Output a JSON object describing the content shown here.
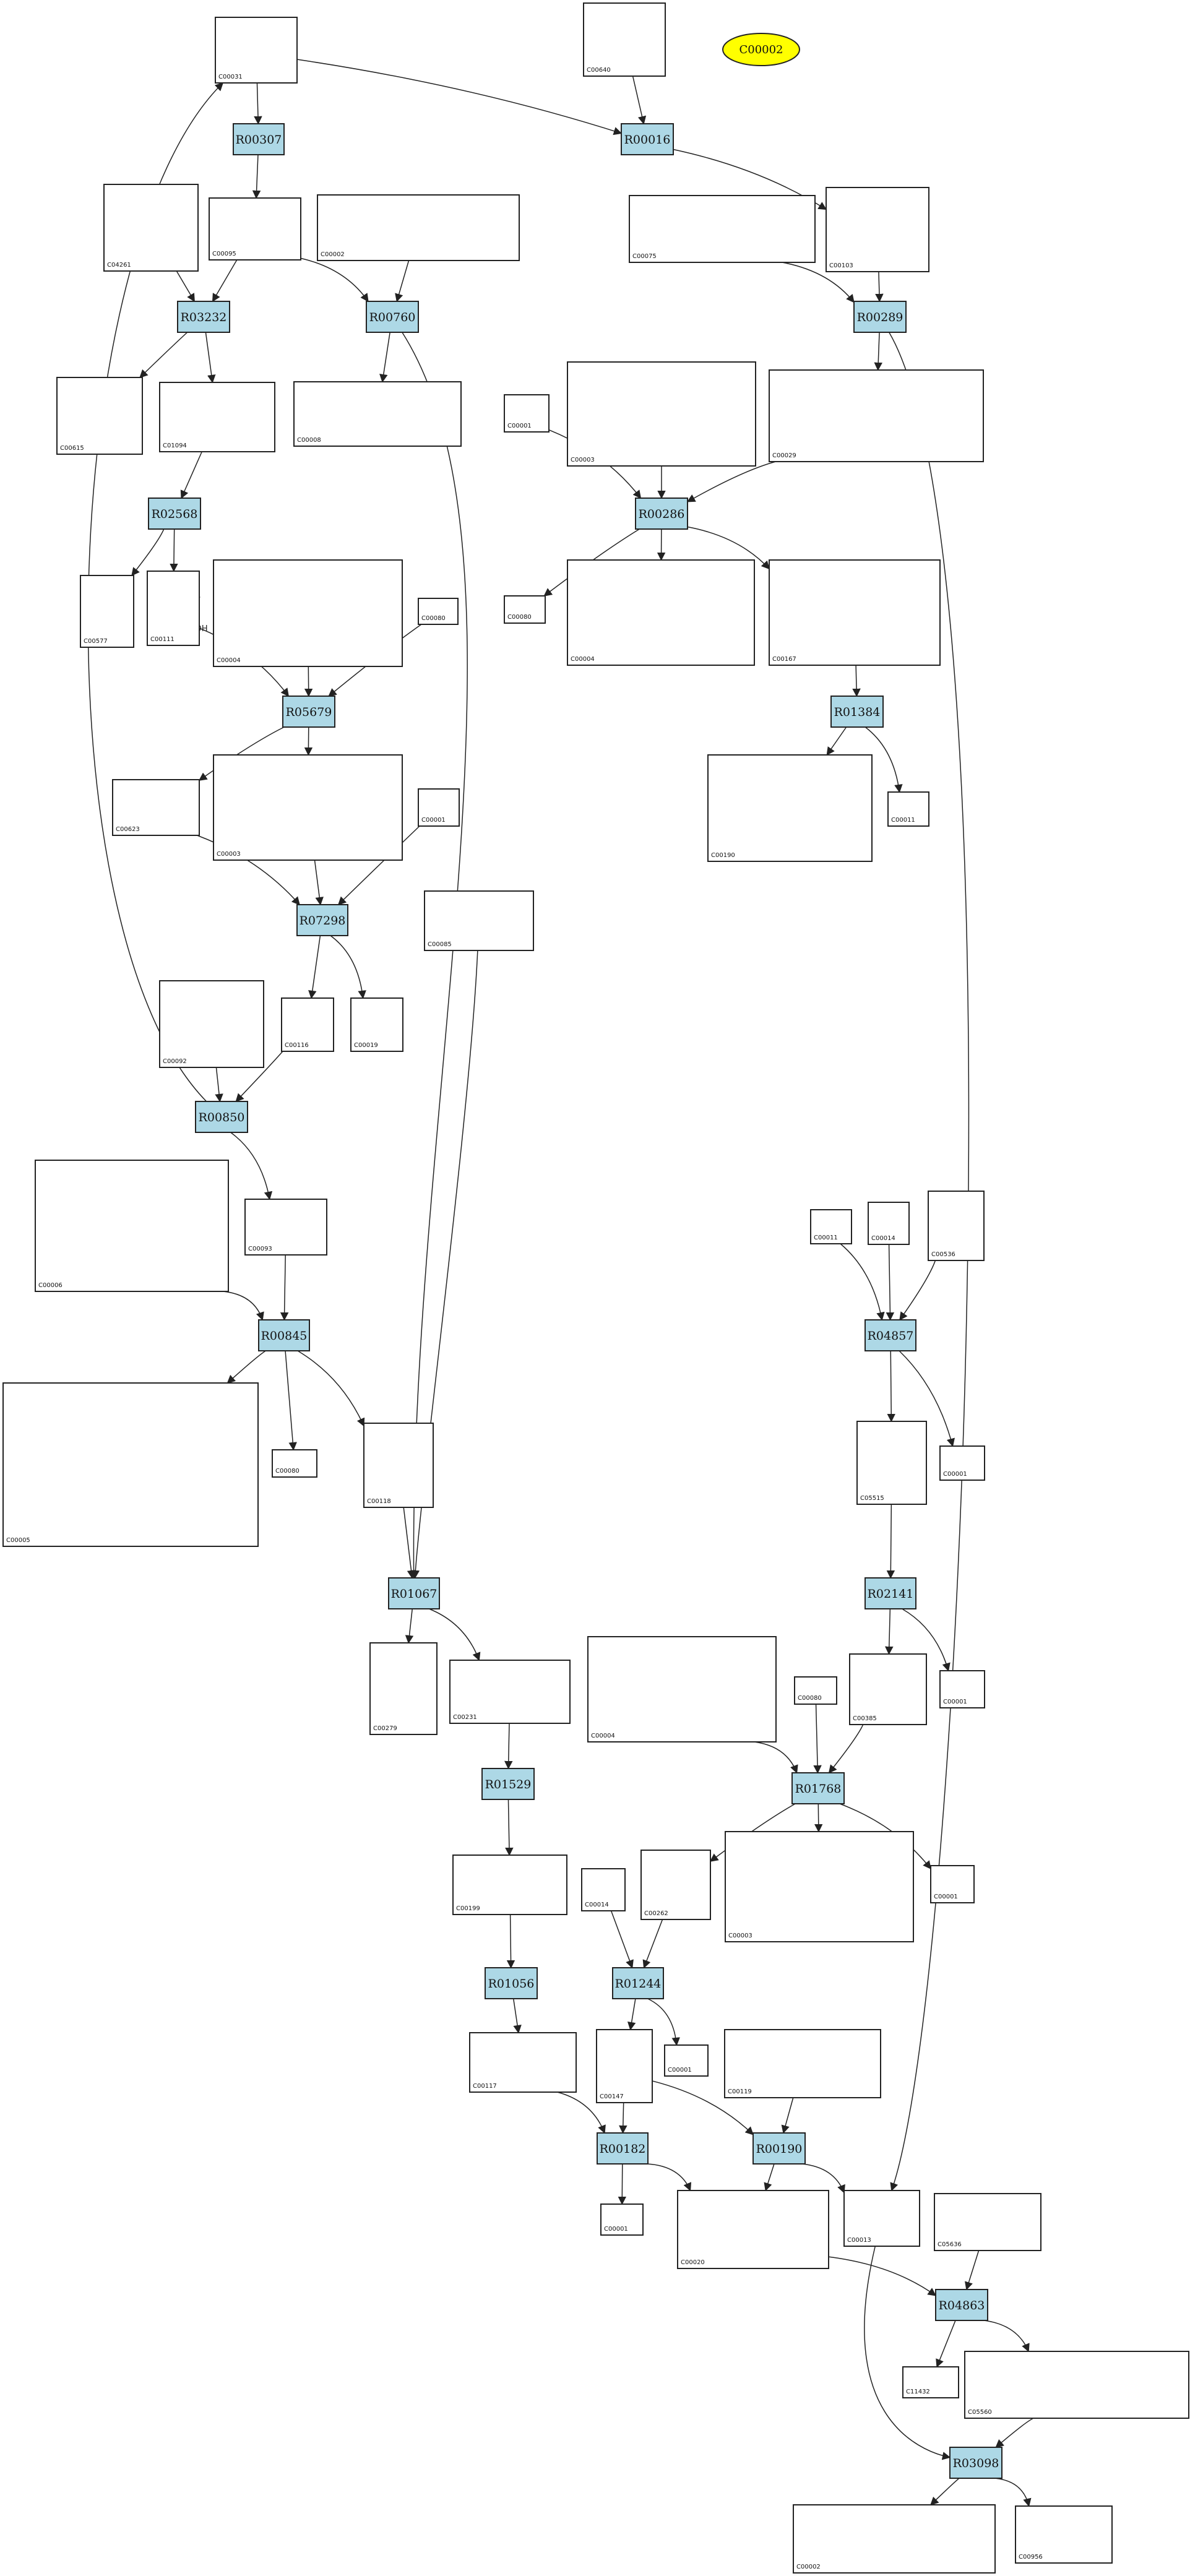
{
  "legend": {
    "label": "C00002",
    "color": "#ffff00"
  },
  "colors": {
    "reaction_fill": "#add8e6",
    "compound_fill": "#ffffff",
    "edge": "#222222"
  },
  "compounds": [
    {
      "id": "c1",
      "label": "C00031"
    },
    {
      "id": "c2",
      "label": "C00640"
    },
    {
      "id": "c3",
      "label": "C04261"
    },
    {
      "id": "c4",
      "label": "C00095"
    },
    {
      "id": "c5",
      "label": "C00002"
    },
    {
      "id": "c6",
      "label": "C00075"
    },
    {
      "id": "c7",
      "label": "C00103"
    },
    {
      "id": "c8",
      "label": "C00615"
    },
    {
      "id": "c9",
      "label": "C01094"
    },
    {
      "id": "c10",
      "label": "C00008"
    },
    {
      "id": "c11",
      "label": "C00001"
    },
    {
      "id": "c12",
      "label": "C00003"
    },
    {
      "id": "c13",
      "label": "C00029"
    },
    {
      "id": "c14",
      "label": "C00577"
    },
    {
      "id": "c15",
      "label": "C00111"
    },
    {
      "id": "c16",
      "label": "C00004"
    },
    {
      "id": "c17",
      "label": "C00080"
    },
    {
      "id": "c18",
      "label": "C00080"
    },
    {
      "id": "c19",
      "label": "C00004"
    },
    {
      "id": "c20",
      "label": "C00167"
    },
    {
      "id": "c21",
      "label": "C00623"
    },
    {
      "id": "c22",
      "label": "C00003"
    },
    {
      "id": "c23",
      "label": "C00001"
    },
    {
      "id": "c24",
      "label": "C00190"
    },
    {
      "id": "c25",
      "label": "C00011"
    },
    {
      "id": "c26",
      "label": "C00085"
    },
    {
      "id": "c27",
      "label": "C00092"
    },
    {
      "id": "c28",
      "label": "C00116"
    },
    {
      "id": "c29",
      "label": "C00019"
    },
    {
      "id": "c30",
      "label": "C00006"
    },
    {
      "id": "c31",
      "label": "C00093"
    },
    {
      "id": "c32",
      "label": "C00011"
    },
    {
      "id": "c33",
      "label": "C00014"
    },
    {
      "id": "c34",
      "label": "C00536"
    },
    {
      "id": "c35",
      "label": "C00005"
    },
    {
      "id": "c36",
      "label": "C00080"
    },
    {
      "id": "c37",
      "label": "C00118"
    },
    {
      "id": "c38",
      "label": "C05515"
    },
    {
      "id": "c39",
      "label": "C00001"
    },
    {
      "id": "c40",
      "label": "C00279"
    },
    {
      "id": "c41",
      "label": "C00231"
    },
    {
      "id": "c42",
      "label": "C00004"
    },
    {
      "id": "c43",
      "label": "C00080"
    },
    {
      "id": "c44",
      "label": "C00385"
    },
    {
      "id": "c45",
      "label": "C00001"
    },
    {
      "id": "c46",
      "label": "C00199"
    },
    {
      "id": "c47",
      "label": "C00014"
    },
    {
      "id": "c48",
      "label": "C00262"
    },
    {
      "id": "c49",
      "label": "C00003"
    },
    {
      "id": "c50",
      "label": "C00001"
    },
    {
      "id": "c51",
      "label": "C00117"
    },
    {
      "id": "c52",
      "label": "C00147"
    },
    {
      "id": "c53",
      "label": "C00001"
    },
    {
      "id": "c54",
      "label": "C00119"
    },
    {
      "id": "c55",
      "label": "C00001"
    },
    {
      "id": "c56",
      "label": "C00020"
    },
    {
      "id": "c57",
      "label": "C00013"
    },
    {
      "id": "c58",
      "label": "C05636"
    },
    {
      "id": "c59",
      "label": "C11432"
    },
    {
      "id": "c60",
      "label": "C05560"
    },
    {
      "id": "c61",
      "label": "C00002"
    },
    {
      "id": "c62",
      "label": "C00956"
    }
  ],
  "reactions": [
    {
      "id": "R00307",
      "label": "R00307"
    },
    {
      "id": "R00016",
      "label": "R00016"
    },
    {
      "id": "R03232",
      "label": "R03232"
    },
    {
      "id": "R00760",
      "label": "R00760"
    },
    {
      "id": "R00289",
      "label": "R00289"
    },
    {
      "id": "R02568",
      "label": "R02568"
    },
    {
      "id": "R00286",
      "label": "R00286"
    },
    {
      "id": "R05679",
      "label": "R05679"
    },
    {
      "id": "R01384",
      "label": "R01384"
    },
    {
      "id": "R07298",
      "label": "R07298"
    },
    {
      "id": "R00850",
      "label": "R00850"
    },
    {
      "id": "R04857",
      "label": "R04857"
    },
    {
      "id": "R00845",
      "label": "R00845"
    },
    {
      "id": "R01067",
      "label": "R01067"
    },
    {
      "id": "R02141",
      "label": "R02141"
    },
    {
      "id": "R01768",
      "label": "R01768"
    },
    {
      "id": "R01529",
      "label": "R01529"
    },
    {
      "id": "R01056",
      "label": "R01056"
    },
    {
      "id": "R01244",
      "label": "R01244"
    },
    {
      "id": "R00182",
      "label": "R00182"
    },
    {
      "id": "R00190",
      "label": "R00190"
    },
    {
      "id": "R04863",
      "label": "R04863"
    },
    {
      "id": "R03098",
      "label": "R03098"
    }
  ],
  "edges": [
    [
      "c1",
      "R00307"
    ],
    [
      "c1",
      "R00016"
    ],
    [
      "c2",
      "R00016"
    ],
    [
      "R00307",
      "c4"
    ],
    [
      "R00016",
      "c7"
    ],
    [
      "c3",
      "R03232"
    ],
    [
      "c4",
      "R03232"
    ],
    [
      "c4",
      "R00760"
    ],
    [
      "c5",
      "R00760"
    ],
    [
      "c6",
      "R00289"
    ],
    [
      "c7",
      "R00289"
    ],
    [
      "R03232",
      "c8"
    ],
    [
      "R03232",
      "c9"
    ],
    [
      "R00760",
      "c10"
    ],
    [
      "R00760",
      "R01067"
    ],
    [
      "R00289",
      "c13"
    ],
    [
      "R00289",
      "c57"
    ],
    [
      "c9",
      "R02568"
    ],
    [
      "c11",
      "R00286"
    ],
    [
      "c12",
      "R00286"
    ],
    [
      "c13",
      "R00286"
    ],
    [
      "R02568",
      "c14"
    ],
    [
      "R02568",
      "c15"
    ],
    [
      "R00286",
      "c18"
    ],
    [
      "R00286",
      "c19"
    ],
    [
      "R00286",
      "c20"
    ],
    [
      "c15",
      "R05679"
    ],
    [
      "c16",
      "R05679"
    ],
    [
      "c17",
      "R05679"
    ],
    [
      "c20",
      "R01384"
    ],
    [
      "R05679",
      "c21"
    ],
    [
      "R05679",
      "c22"
    ],
    [
      "R01384",
      "c24"
    ],
    [
      "R01384",
      "c25"
    ],
    [
      "c21",
      "R07298"
    ],
    [
      "c22",
      "R07298"
    ],
    [
      "c23",
      "R07298"
    ],
    [
      "R07298",
      "c28"
    ],
    [
      "R07298",
      "c29"
    ],
    [
      "c27",
      "R00850"
    ],
    [
      "c28",
      "R00850"
    ],
    [
      "R00850",
      "c1"
    ],
    [
      "R00850",
      "c31"
    ],
    [
      "c32",
      "R04857"
    ],
    [
      "c33",
      "R04857"
    ],
    [
      "c34",
      "R04857"
    ],
    [
      "c30",
      "R00845"
    ],
    [
      "c31",
      "R00845"
    ],
    [
      "R00845",
      "c35"
    ],
    [
      "R00845",
      "c36"
    ],
    [
      "R00845",
      "c37"
    ],
    [
      "R04857",
      "c38"
    ],
    [
      "R04857",
      "c39"
    ],
    [
      "c37",
      "R01067"
    ],
    [
      "c26",
      "R01067"
    ],
    [
      "c38",
      "R02141"
    ],
    [
      "R01067",
      "c40"
    ],
    [
      "R01067",
      "c41"
    ],
    [
      "R02141",
      "c44"
    ],
    [
      "R02141",
      "c45"
    ],
    [
      "c42",
      "R01768"
    ],
    [
      "c43",
      "R01768"
    ],
    [
      "c44",
      "R01768"
    ],
    [
      "c41",
      "R01529"
    ],
    [
      "R01768",
      "c48"
    ],
    [
      "R01768",
      "c49"
    ],
    [
      "R01768",
      "c50"
    ],
    [
      "R01529",
      "c46"
    ],
    [
      "c46",
      "R01056"
    ],
    [
      "c47",
      "R01244"
    ],
    [
      "c48",
      "R01244"
    ],
    [
      "R01056",
      "c51"
    ],
    [
      "R01244",
      "c52"
    ],
    [
      "R01244",
      "c53"
    ],
    [
      "c51",
      "R00182"
    ],
    [
      "c52",
      "R00182"
    ],
    [
      "c52",
      "R00190"
    ],
    [
      "c54",
      "R00190"
    ],
    [
      "R00182",
      "c55"
    ],
    [
      "R00182",
      "c56"
    ],
    [
      "R00190",
      "c56"
    ],
    [
      "R00190",
      "c57"
    ],
    [
      "c56",
      "R04863"
    ],
    [
      "c58",
      "R04863"
    ],
    [
      "R04863",
      "c59"
    ],
    [
      "R04863",
      "c60"
    ],
    [
      "c57",
      "R03098"
    ],
    [
      "c60",
      "R03098"
    ],
    [
      "R03098",
      "c61"
    ],
    [
      "R03098",
      "c62"
    ]
  ]
}
